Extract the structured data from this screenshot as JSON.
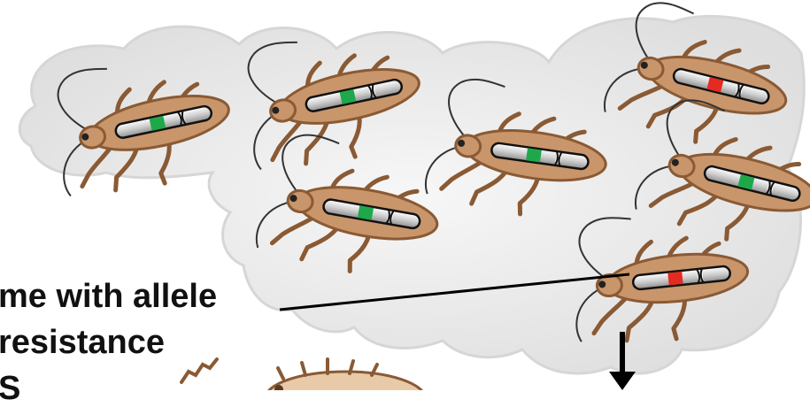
{
  "labels": {
    "line1": "me with allele",
    "line2": "resistance",
    "line3": "S"
  },
  "colors": {
    "cloud": "#ececec",
    "beetle_body": "#c9956a",
    "beetle_outline": "#8a5a34",
    "chromosome": "#d9d9d9",
    "allele_susceptible": "#1fa84a",
    "allele_resistant": "#e32b21"
  },
  "beetles": [
    {
      "name": "beetle-1",
      "allele": "green"
    },
    {
      "name": "beetle-2",
      "allele": "green"
    },
    {
      "name": "beetle-3",
      "allele": "red"
    },
    {
      "name": "beetle-4",
      "allele": "green"
    },
    {
      "name": "beetle-5",
      "allele": "green"
    },
    {
      "name": "beetle-6",
      "allele": "green"
    },
    {
      "name": "beetle-7",
      "allele": "red"
    }
  ],
  "icons": [
    "beetle-icon",
    "chromosome-icon",
    "arrow-down-icon"
  ]
}
